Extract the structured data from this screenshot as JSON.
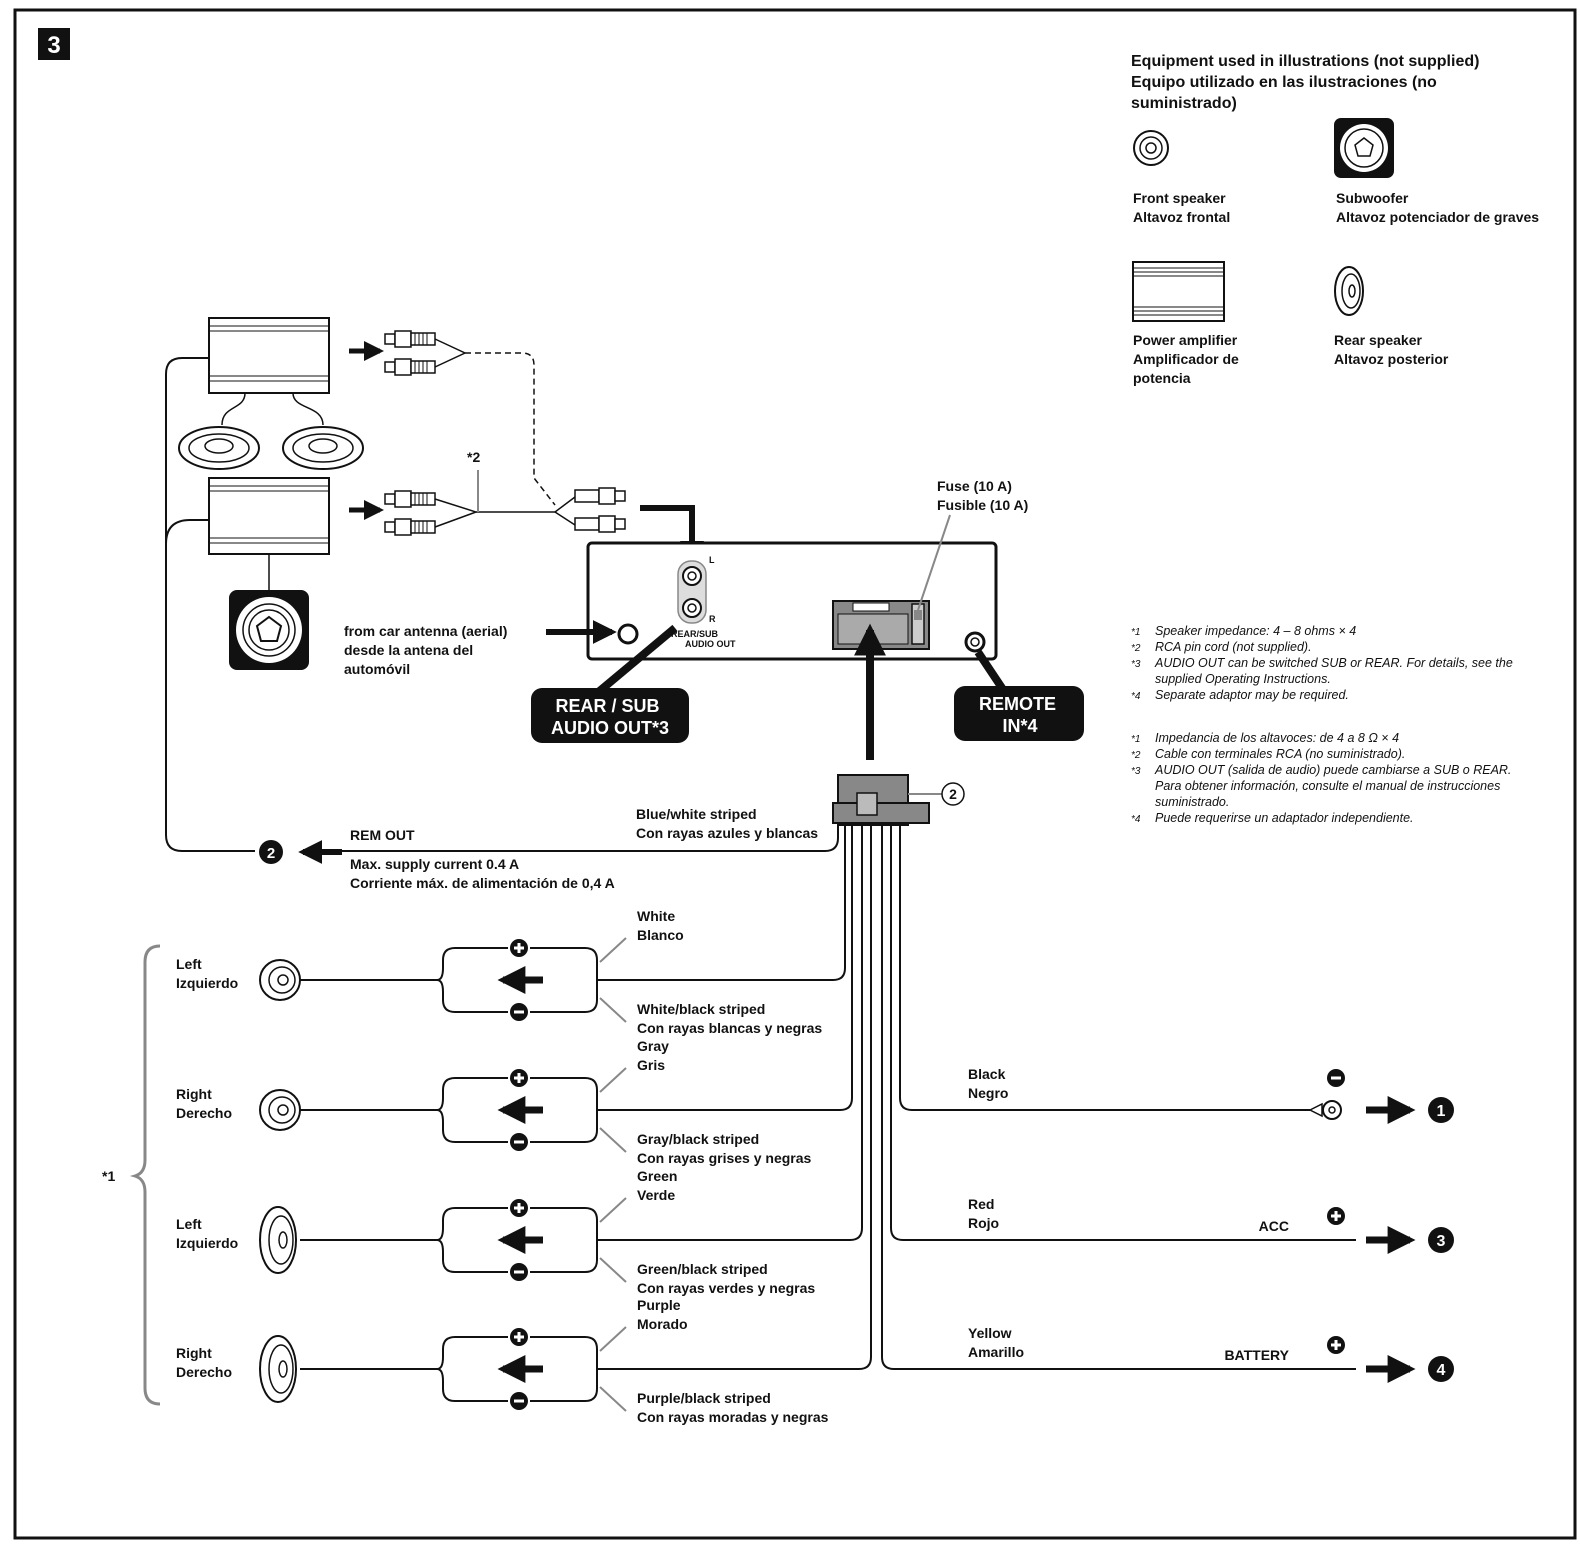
{
  "section_number": "3",
  "legend": {
    "title_lines": [
      "Equipment used in illustrations (not supplied)",
      "Equipo utilizado en las ilustraciones (no",
      "suministrado)"
    ],
    "items": [
      {
        "icon": "front-speaker-icon",
        "lines": [
          "Front speaker",
          "Altavoz frontal"
        ]
      },
      {
        "icon": "subwoofer-icon",
        "lines": [
          "Subwoofer",
          "Altavoz potenciador de graves"
        ]
      },
      {
        "icon": "power-amplifier-icon",
        "lines": [
          "Power amplifier",
          "Amplificador de",
          "potencia"
        ]
      },
      {
        "icon": "rear-speaker-icon",
        "lines": [
          "Rear speaker",
          "Altavoz posterior"
        ]
      }
    ]
  },
  "labels": {
    "star2": "*2",
    "fuse": [
      "Fuse (10 A)",
      "Fusible (10 A)"
    ],
    "antenna": [
      "from car antenna (aerial)",
      "desde la antena del",
      "automóvil"
    ],
    "rear_sub_jack_lines": [
      "REAR/SUB",
      "AUDIO OUT"
    ],
    "jack_l": "L",
    "jack_r": "R",
    "rear_sub_badge": [
      "REAR / SUB",
      "AUDIO OUT*3"
    ],
    "remote_badge": [
      "REMOTE",
      "IN*4"
    ],
    "connector_num": "2",
    "rem_out": "REM OUT",
    "rem_out_num": "2",
    "blue_white": [
      "Blue/white striped",
      "Con rayas azules y blancas"
    ],
    "max_current": [
      "Max. supply current 0.4 A",
      "Corriente máx. de alimentación de 0,4 A"
    ],
    "star1": "*1"
  },
  "speakers": [
    {
      "name": [
        "Left",
        "Izquierdo"
      ],
      "plus": [
        "White",
        "Blanco"
      ],
      "minus": [
        "White/black striped",
        "Con rayas blancas y negras"
      ]
    },
    {
      "name": [
        "Right",
        "Derecho"
      ],
      "plus": [
        "Gray",
        "Gris"
      ],
      "minus": [
        "Gray/black striped",
        "Con rayas grises y negras"
      ]
    },
    {
      "name": [
        "Left",
        "Izquierdo"
      ],
      "plus": [
        "Green",
        "Verde"
      ],
      "minus": [
        "Green/black striped",
        "Con rayas verdes y negras"
      ]
    },
    {
      "name": [
        "Right",
        "Derecho"
      ],
      "plus": [
        "Purple",
        "Morado"
      ],
      "minus": [
        "Purple/black striped",
        "Con rayas moradas y negras"
      ]
    }
  ],
  "power": [
    {
      "color": [
        "Black",
        "Negro"
      ],
      "term": "",
      "num": "1",
      "sign": "minus"
    },
    {
      "color": [
        "Red",
        "Rojo"
      ],
      "term": "ACC",
      "num": "3",
      "sign": "plus"
    },
    {
      "color": [
        "Yellow",
        "Amarillo"
      ],
      "term": "BATTERY",
      "num": "4",
      "sign": "plus"
    }
  ],
  "notes_en": [
    {
      "mark": "*1",
      "lines": [
        "Speaker impedance: 4 – 8 ohms × 4"
      ]
    },
    {
      "mark": "*2",
      "lines": [
        "RCA pin cord (not supplied)."
      ]
    },
    {
      "mark": "*3",
      "lines": [
        "AUDIO OUT can be switched SUB or REAR. For details, see the",
        "supplied Operating Instructions."
      ]
    },
    {
      "mark": "*4",
      "lines": [
        "Separate adaptor may be required."
      ]
    }
  ],
  "notes_es": [
    {
      "mark": "*1",
      "lines": [
        "Impedancia de los altavoces: de 4 a 8 Ω × 4"
      ]
    },
    {
      "mark": "*2",
      "lines": [
        "Cable con terminales RCA (no suministrado)."
      ]
    },
    {
      "mark": "*3",
      "lines": [
        "AUDIO OUT (salida de audio) puede cambiarse a SUB o REAR.",
        "Para obtener información, consulte el manual de instrucciones",
        "suministrado."
      ]
    },
    {
      "mark": "*4",
      "lines": [
        "Puede requerirse un adaptador independiente."
      ]
    }
  ]
}
